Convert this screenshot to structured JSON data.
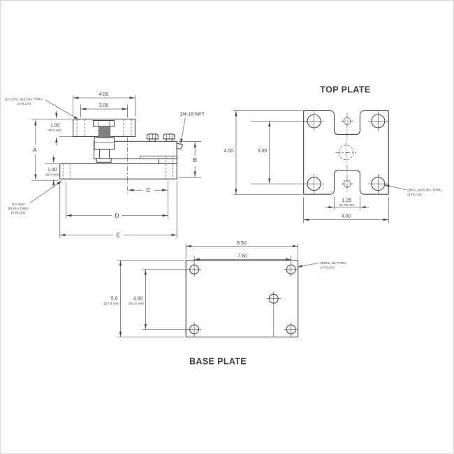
{
  "side_view": {
    "dim_width": "4.00",
    "dim_hole_span": "3.00",
    "top_plate_thk": "1.00",
    "top_plate_thk_mm": "25.4 mm",
    "base_plate_thk": "1.00",
    "base_plate_thk_mm": "25.4 mm",
    "dim_a": "A",
    "dim_b": "B",
    "dim_c": "C",
    "dim_d": "D",
    "dim_e": "E",
    "npt": "1/4-18 NPT",
    "callout_top1": "(14.275) .562 DIA THRU",
    "callout_top2": "(4 PLCS)",
    "callout_bot1": "(13.462)",
    "callout_bot2": ".53 DIA THRU",
    "callout_bot3": "(4 PLCS)"
  },
  "top_plate": {
    "title": "TOP PLATE",
    "dim_height": "4.00",
    "dim_hole_span": "3.00",
    "dim_slot": "1.25",
    "dim_slot_mm": "31.75 mm",
    "dim_width": "4.00",
    "callout1": "DRILL 9/16 DIA THRU",
    "callout2": "(4 PLCS)"
  },
  "base_plate": {
    "title": "BASE PLATE",
    "dim_width": "8.50",
    "dim_hole_span_h": "7.50",
    "dim_height": "5.0",
    "dim_height_mm": "127.0 mm",
    "dim_hole_span_v": "4.00",
    "dim_hole_span_v_mm": "101.6 mm",
    "callout1": "DRILL .53 THRU",
    "callout2": "(4 PLCS)"
  }
}
